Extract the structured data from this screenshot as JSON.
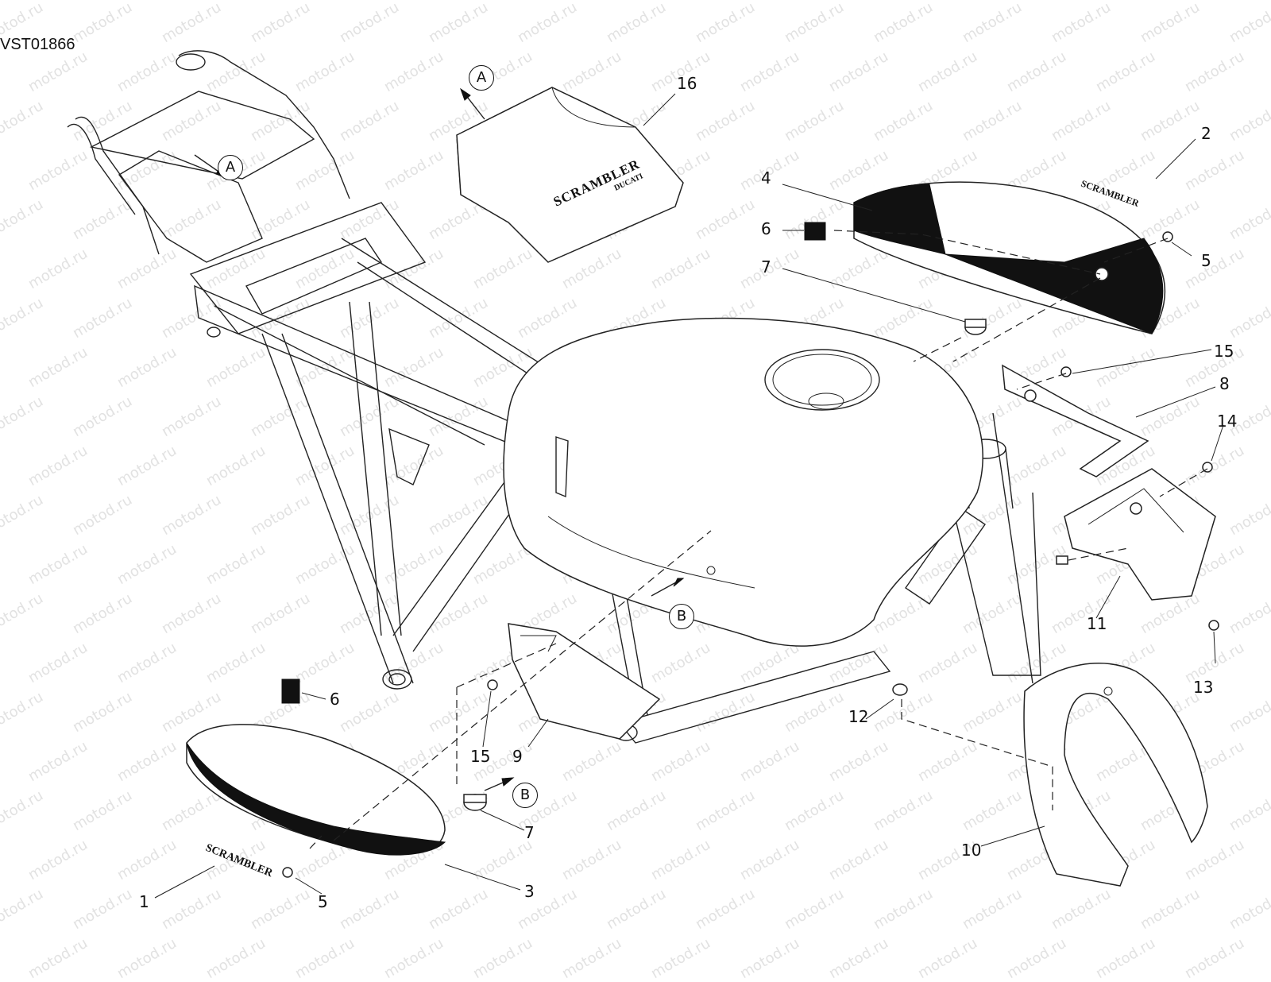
{
  "diagram_code": "VST01866",
  "watermark": "motod.ru",
  "view_markers": {
    "a": "A",
    "b": "B"
  },
  "callouts": {
    "c1": "1",
    "c2": "2",
    "c3": "3",
    "c4": "4",
    "c5a": "5",
    "c5b": "5",
    "c6a": "6",
    "c6b": "6",
    "c7a": "7",
    "c7b": "7",
    "c8": "8",
    "c9": "9",
    "c10": "10",
    "c11": "11",
    "c12": "12",
    "c13": "13",
    "c14": "14",
    "c15a": "15",
    "c15b": "15",
    "c16": "16"
  },
  "decals": {
    "brand": "SCRAMBLER",
    "maker": "DUCATI"
  },
  "colors": {
    "line": "#222222",
    "watermark": "#e2e2e2",
    "fill_black": "#111111"
  }
}
